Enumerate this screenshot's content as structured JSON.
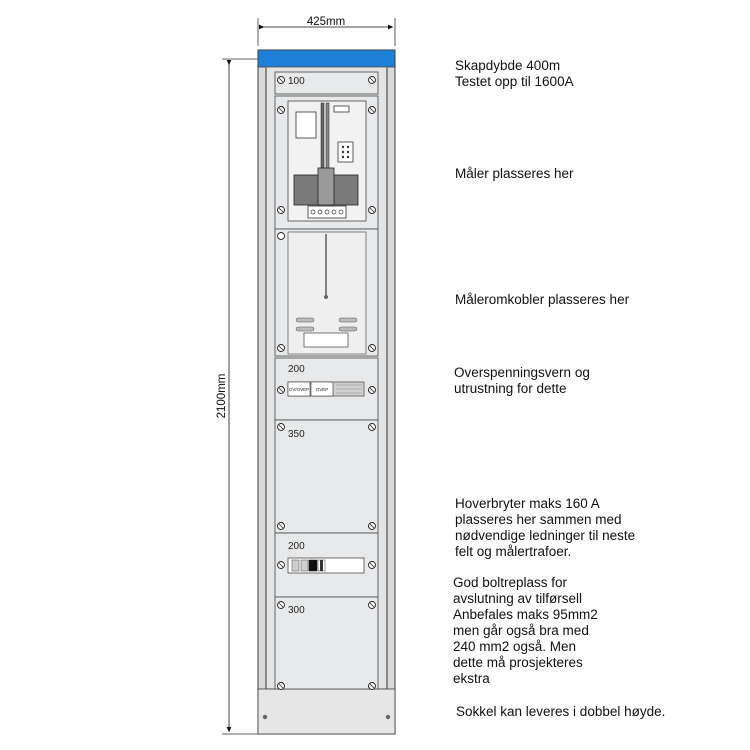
{
  "dimensions": {
    "width_label": "425mm",
    "height_label": "2100mm"
  },
  "colors": {
    "top_strip": "#1e7fd8",
    "cabinet_frame": "#d9dadb",
    "panel_fill": "#e8e9ea",
    "outline": "#3a3a3a"
  },
  "sections": [
    {
      "id": "top",
      "size": "100"
    },
    {
      "id": "meter",
      "size": "400"
    },
    {
      "id": "switch",
      "size": "400"
    },
    {
      "id": "surge",
      "size": "200"
    },
    {
      "id": "blank",
      "size": "350"
    },
    {
      "id": "main-switch",
      "size": "200"
    },
    {
      "id": "bottom",
      "size": "300"
    }
  ],
  "device_labels": {
    "surge_a": "OV/OVEP",
    "surge_b": "OVEP"
  },
  "notes": {
    "depth": "Skapdybde 400m\nTestet opp til 1600A",
    "meter": "Måler plasseres her",
    "meter_switch": "Måleromkobler plasseres her",
    "surge": "Overspenningsvern og\nutrustning for dette",
    "main_switch": "Hoverbryter maks 160 A\nplasseres her sammen med\nnødvendige ledninger til neste\nfelt og målertrafoer.",
    "bolts": "God boltreplass for\navslutning av tilførsell\nAnbefales maks 95mm2\nmen går også bra med\n240 mm2 også. Men\ndette må prosjekteres\nekstra",
    "plinth": "Sokkel kan leveres i dobbel høyde."
  }
}
